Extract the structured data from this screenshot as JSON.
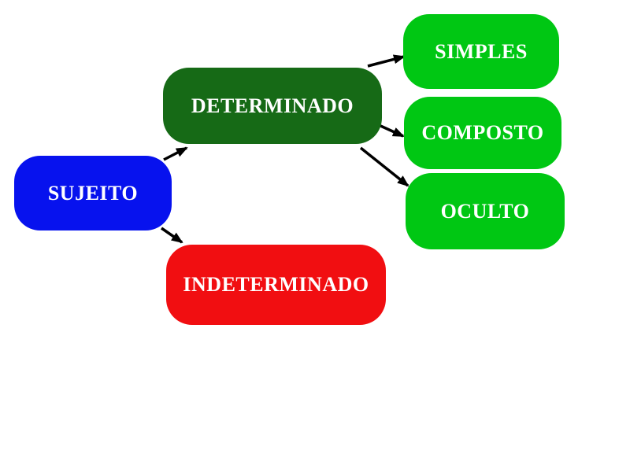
{
  "diagram": {
    "title": "Sujeito concept map",
    "background": "#ffffff",
    "text_color": "#ffffff",
    "arrow_color": "#000000",
    "nodes": {
      "sujeito": {
        "label": "SUJEITO",
        "color": "#0712ee"
      },
      "determinado": {
        "label": "DETERMINADO",
        "color": "#166a16"
      },
      "indeterminado": {
        "label": "INDETERMINADO",
        "color": "#f10e11"
      },
      "simples": {
        "label": "SIMPLES",
        "color": "#00c713"
      },
      "composto": {
        "label": "COMPOSTO",
        "color": "#00c713"
      },
      "oculto": {
        "label": "OCULTO",
        "color": "#00c713"
      }
    },
    "edges": [
      {
        "from": "sujeito",
        "to": "determinado"
      },
      {
        "from": "sujeito",
        "to": "indeterminado"
      },
      {
        "from": "determinado",
        "to": "simples"
      },
      {
        "from": "determinado",
        "to": "composto"
      },
      {
        "from": "determinado",
        "to": "oculto"
      }
    ]
  }
}
